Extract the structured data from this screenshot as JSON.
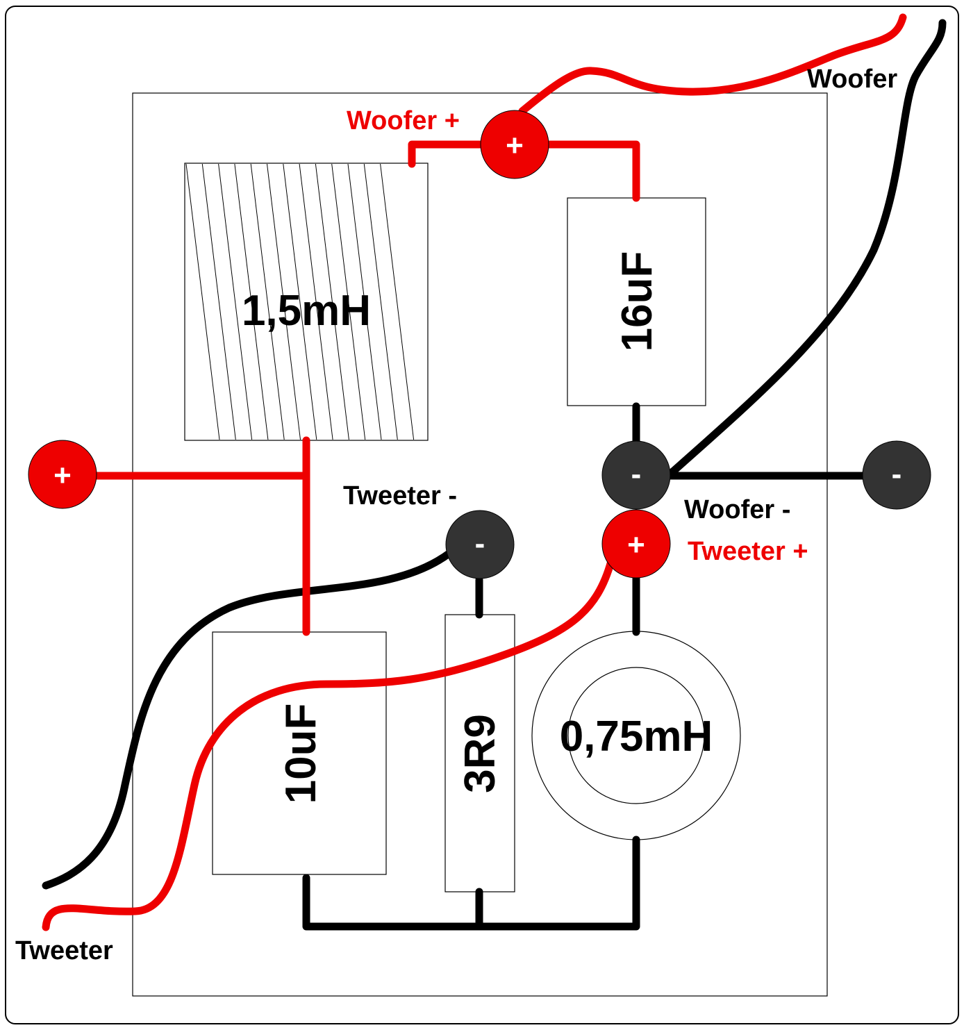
{
  "colors": {
    "positive": "#ee0000",
    "negative": "#333333",
    "wire_negative": "#000000",
    "board_outline": "#000000"
  },
  "labels": {
    "woofer_top": "Woofer",
    "woofer_plus": "Woofer +",
    "woofer_minus": "Woofer -",
    "tweeter_minus": "Tweeter -",
    "tweeter_plus": "Tweeter +",
    "tweeter_bottom": "Tweeter"
  },
  "components": {
    "inductor_large": "1,5mH",
    "capacitor_16": "16uF",
    "capacitor_10": "10uF",
    "resistor": "3R9",
    "inductor_small": "0,75mH"
  },
  "terminals": {
    "plus_symbol": "+",
    "minus_symbol": "-"
  },
  "icons": {
    "positive_terminal": "positive-terminal-icon",
    "negative_terminal": "negative-terminal-icon"
  }
}
